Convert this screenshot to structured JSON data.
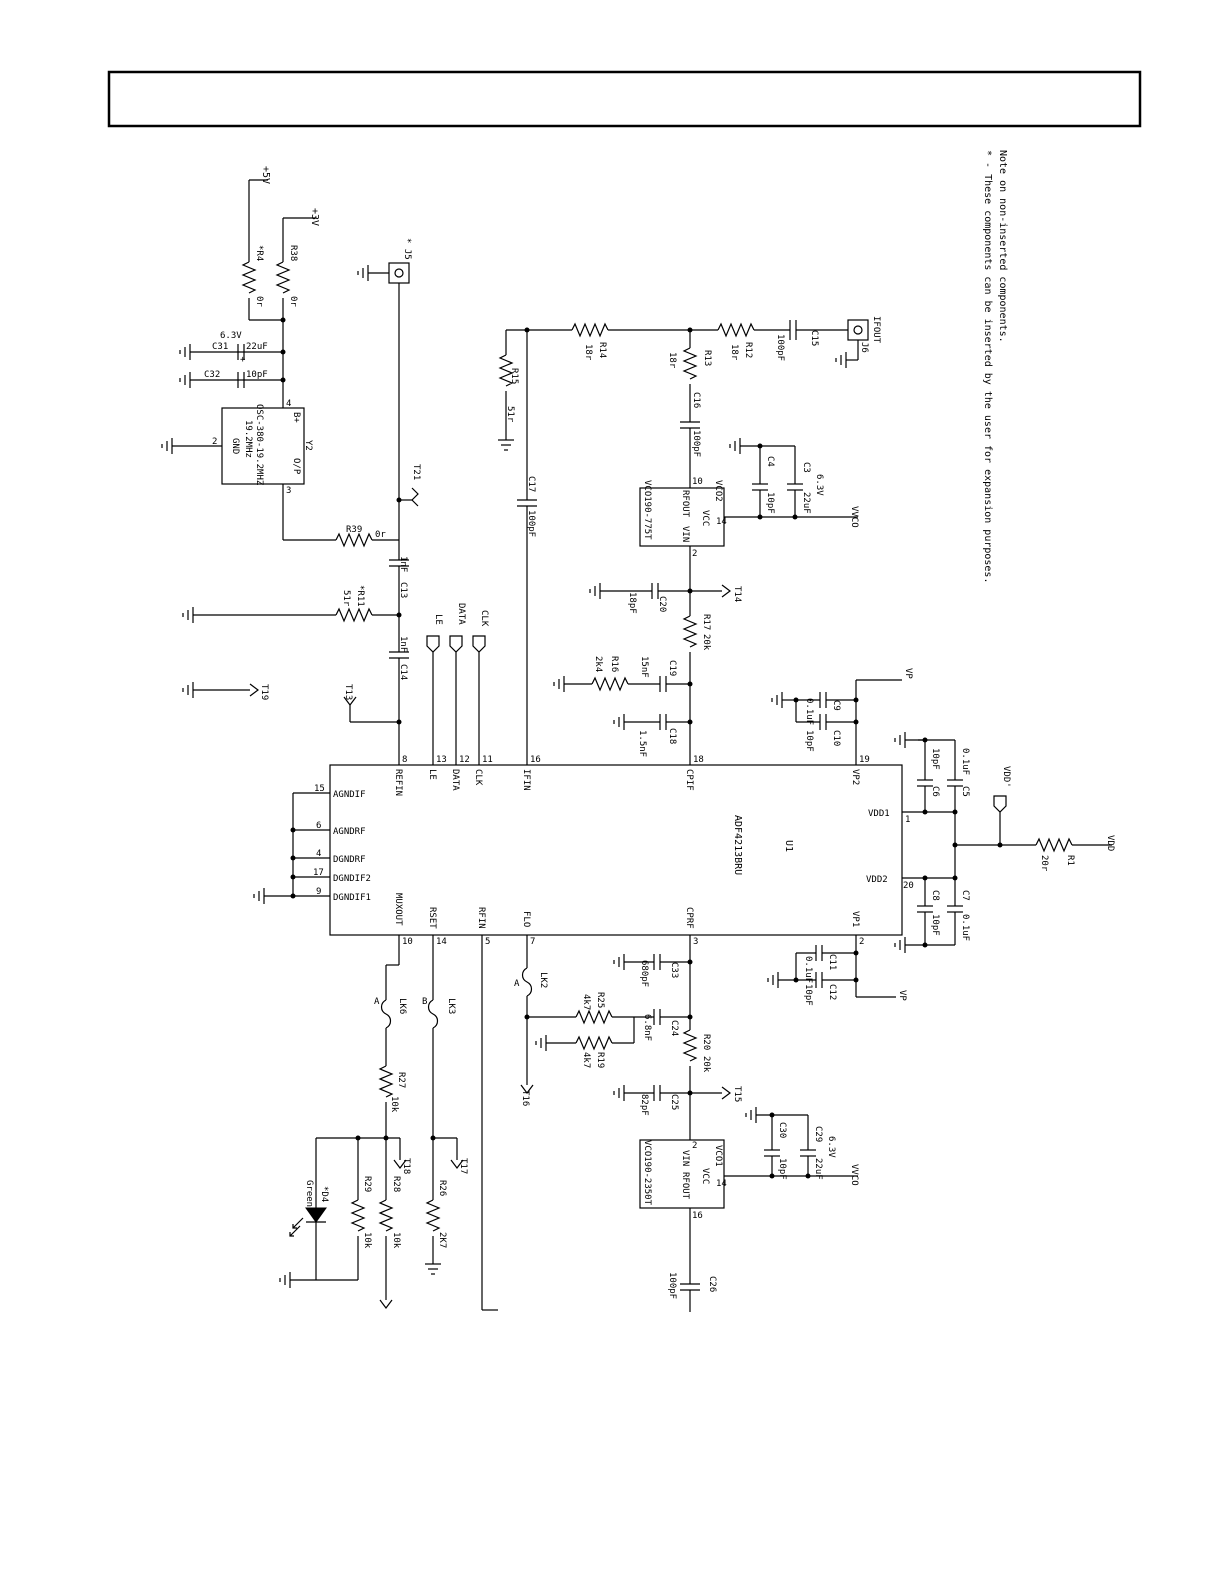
{
  "notes": {
    "line1": "Note on non-inserted components.",
    "line2": "* - These components can be inserted by the user for expansion purposes."
  },
  "ic": {
    "ref": "U1",
    "part": "ADF4213BRU",
    "pins_top": [
      {
        "num": "8",
        "name": "REFIN"
      },
      {
        "num": "13",
        "name": "LE"
      },
      {
        "num": "12",
        "name": "DATA"
      },
      {
        "num": "11",
        "name": "CLK"
      },
      {
        "num": "16",
        "name": "IFIN"
      },
      {
        "num": "18",
        "name": "CPIF"
      },
      {
        "num": "19",
        "name": "VP2"
      }
    ],
    "pins_bottom": [
      {
        "num": "10",
        "name": "MUXOUT"
      },
      {
        "num": "14",
        "name": "RSET"
      },
      {
        "num": "5",
        "name": "RFIN"
      },
      {
        "num": "7",
        "name": "FLO"
      },
      {
        "num": "3",
        "name": "CPRF"
      },
      {
        "num": "2",
        "name": "VP1"
      }
    ],
    "pins_left": [
      {
        "num": "15",
        "name": "AGNDIF"
      },
      {
        "num": "6",
        "name": "AGNDRF"
      },
      {
        "num": "4",
        "name": "DGNDRF"
      },
      {
        "num": "17",
        "name": "DGNDIF2"
      },
      {
        "num": "9",
        "name": "DGNDIF1"
      }
    ],
    "pins_right": [
      {
        "num": "1",
        "name": "VDD1"
      },
      {
        "num": "20",
        "name": "VDD2"
      }
    ]
  },
  "supplies": {
    "p5v": "+5V",
    "p3v": "+3V",
    "vdd": "VDD",
    "vdd_flag": "VDD'",
    "vp": "VP",
    "vvco": "VVCO"
  },
  "ports": {
    "le": "LE",
    "data": "DATA",
    "clk": "CLK"
  },
  "osc": {
    "ref": "Y2",
    "part": "OSC-380-19.2MHZ",
    "freq": "19.2MHz",
    "pin_bplus": "B+",
    "pin_gnd": "GND",
    "pin_op": "O/P",
    "num_bplus": "4",
    "num_gnd": "2",
    "num_op": "3"
  },
  "vco_if": {
    "ref": "VCO2",
    "part": "VCO190-775T",
    "vcc": "VCC",
    "rfout": "RFOUT",
    "vin": "VIN",
    "n10": "10",
    "n14": "14",
    "n2": "2"
  },
  "vco_rf": {
    "ref": "VCO1",
    "part": "VCO190-2350T",
    "vcc": "VCC",
    "vin": "VIN",
    "rfout": "RFOUT",
    "n2": "2",
    "n14": "14",
    "n16": "16"
  },
  "connectors": {
    "j5": "* J5",
    "j6": "J6",
    "ifout": "IFOUT"
  },
  "resistors": {
    "R4": {
      "ref": "*R4",
      "val": "0r"
    },
    "R38": {
      "ref": "R38",
      "val": "0r"
    },
    "R39": {
      "ref": "R39",
      "val": "0r"
    },
    "R11": {
      "ref": "*R11",
      "val": "51r"
    },
    "R15": {
      "ref": "R15",
      "val": "51r"
    },
    "R14": {
      "ref": "R14",
      "val": "18r"
    },
    "R13": {
      "ref": "R13",
      "val": "18r"
    },
    "R12": {
      "ref": "R12",
      "val": "18r"
    },
    "R17": {
      "ref": "R17",
      "val": "20k"
    },
    "R16": {
      "ref": "R16",
      "val": "2k4"
    },
    "R25": {
      "ref": "R25",
      "val": "4k7"
    },
    "R19": {
      "ref": "R19",
      "val": "4k7"
    },
    "R20": {
      "ref": "R20",
      "val": "20k"
    },
    "R27": {
      "ref": "R27",
      "val": "10k"
    },
    "R28": {
      "ref": "R28",
      "val": "10k"
    },
    "R29": {
      "ref": "R29",
      "val": "10k"
    },
    "R26": {
      "ref": "R26",
      "val": "2K7"
    },
    "R1": {
      "ref": "R1",
      "val": "20r"
    }
  },
  "capacitors": {
    "C31": {
      "ref": "C31",
      "val": "22uF",
      "rating": "6.3V"
    },
    "C32": {
      "ref": "C32",
      "val": "10pF"
    },
    "C13": {
      "ref": "C13",
      "val": "1nF"
    },
    "C14": {
      "ref": "C14",
      "val": "1nF"
    },
    "C17": {
      "ref": "C17",
      "val": "100pF"
    },
    "C16": {
      "ref": "C16",
      "val": "100pF"
    },
    "C15": {
      "ref": "C15",
      "val": "100pF"
    },
    "C4": {
      "ref": "C4",
      "val": "10pF"
    },
    "C3": {
      "ref": "C3",
      "val": "22uF",
      "rating": "6.3V"
    },
    "C20": {
      "ref": "C20",
      "val": "18pF"
    },
    "C19": {
      "ref": "C19",
      "val": "15nF"
    },
    "C18": {
      "ref": "C18",
      "val": "1.5nF"
    },
    "C9": {
      "ref": "C9",
      "val": "0.1uF"
    },
    "C10": {
      "ref": "C10",
      "val": "10pF"
    },
    "C6": {
      "ref": "C6",
      "val": "10pF"
    },
    "C5": {
      "ref": "C5",
      "val": "0.1uF"
    },
    "C8": {
      "ref": "C8",
      "val": "10pF"
    },
    "C7": {
      "ref": "C7",
      "val": "0.1uF"
    },
    "C11": {
      "ref": "C11",
      "val": "0.1uF"
    },
    "C12": {
      "ref": "C12",
      "val": "10pF"
    },
    "C33": {
      "ref": "C33",
      "val": "680pF"
    },
    "C24": {
      "ref": "C24",
      "val": "6.8nF"
    },
    "C25": {
      "ref": "C25",
      "val": "82pF"
    },
    "C30": {
      "ref": "C30",
      "val": "10pF"
    },
    "C29": {
      "ref": "C29",
      "val": "22uF",
      "rating": "6.3V"
    },
    "C26": {
      "ref": "C26",
      "val": "100pF"
    }
  },
  "testpoints": {
    "T21": "T21",
    "T19": "T19",
    "T13": "T13",
    "T14": "T14",
    "T15": "T15",
    "T16": "T16",
    "T17": "T17",
    "T18": "T18"
  },
  "links": {
    "LK6": "LK6",
    "LK3": "LK3",
    "LK2": "LK2",
    "A": "A",
    "B": "B"
  },
  "led": {
    "ref": "*D4",
    "color": "Green"
  }
}
